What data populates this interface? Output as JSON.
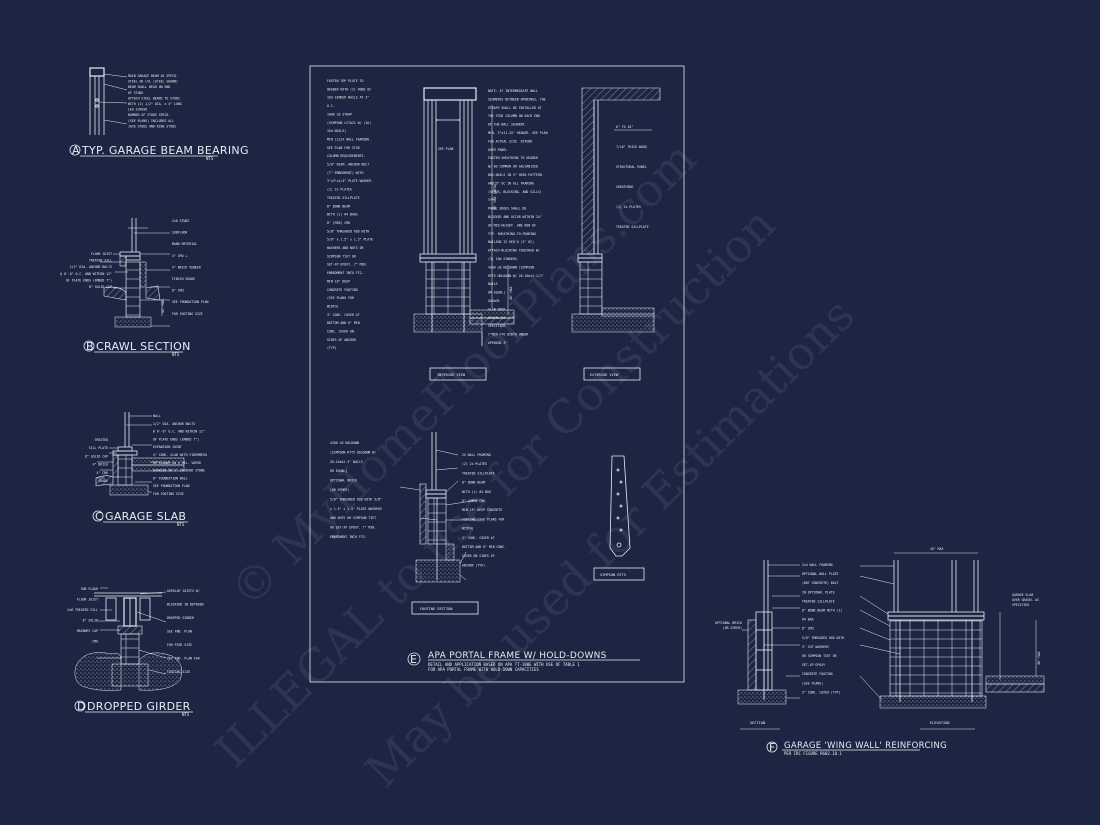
{
  "colors": {
    "background": "#1c2541",
    "linework": "#e8ecf4",
    "watermark": "#3a4563"
  },
  "watermark": {
    "line1": "© MyHomeFloorPlans.com",
    "line2": "ILLEGAL to use for Construction",
    "line3": "May be used for Estimations"
  },
  "details": {
    "a": {
      "letter": "A",
      "title": "TYP. GARAGE BEAM BEARING",
      "scale": "NTS",
      "notes": [
        "MAIN GARAGE BEAM AS SPECD.",
        "STEEL OR LVL (STEEL SHOWN)",
        "BEAM SHALL BEAR ON END",
        "OF STUDS",
        "ATTACH STEEL BEAMS TO STUDS",
        "WITH (2) 1/2\" DIA. x 4\" LONG",
        "LAG SCREWS",
        "NUMBER OF STUDS SPECD.",
        "(SEE PLANS) INCLUDES ALL",
        "JACK STUDS AND KING STUDS"
      ]
    },
    "b": {
      "letter": "B",
      "title": "CRAWL SECTION",
      "scale": "NTS",
      "notes_right": [
        "2x6 STUDS",
        "SUBFLOOR",
        "BAND MATERIAL",
        "4\" CMU +",
        "4\" BRICK VENEER",
        "FINISH GRADE",
        "8\" CMU",
        "SEE FOUNDATION PLAN",
        "FOR FOOTING SIZE"
      ],
      "notes_left": [
        "FLOOR JOIST",
        "TREATED SILL",
        "1/2\" DIA. ANCHOR BOLTS",
        "@ 6'-0\" O.C. AND WITHIN 12\"",
        "OF PLATE ENDS (EMBED 7\")",
        "8\" SOLID CAP"
      ],
      "dim": "12\" MIN."
    },
    "c": {
      "letter": "C",
      "title": "GARAGE SLAB",
      "scale": "NTS",
      "notes_right": [
        "WALL",
        "1/2\" DIA. ANCHOR BOLTS",
        "@ 6'-0\" O.C. AND WITHIN 12\"",
        "OF PLATE ENDS (EMBED 7\")",
        "EXPANSION JOINT",
        "4\" CONC. SLAB WITH FIBERMESH",
        "OR 6X6WWM ON 6 MIL. VAPOR",
        "BARRIER ON 4\" CRUSHED STONE",
        "8\" FOUNDATION WALL",
        "SEE FOUNDATION PLAN",
        "FOR FOOTING SIZE"
      ],
      "notes_left": [
        "TREATED",
        "SILL PLATE",
        "8\" SOLID CAP",
        "4\" BRICK",
        "4\" CMU",
        "GRADE"
      ]
    },
    "d": {
      "letter": "D",
      "title": "DROPPED GIRDER",
      "scale": "NTS",
      "notes_left": [
        "SUB FLOOR",
        "FLOOR JOIST",
        "2x6 TREATED SILL",
        "8\" SOLID",
        "MASONRY CAP",
        "CMU"
      ],
      "notes_right": [
        "OVERLAP JOISTS W/",
        "BLOCKING IN BETWEEN",
        "DROPPED GIRDER",
        "SEE FND. PLAN",
        "FOR PIER SIZE",
        "SEE FND. PLAN FOR",
        "FOOTING SIZE"
      ]
    },
    "e": {
      "letter": "E",
      "title": "APA PORTAL FRAME W/ HOLD-DOWNS",
      "subtitle1": "DETAIL AND APPLICATION BASED ON APA TT-100E WITH USE OF TABLE 1",
      "subtitle2": "FOR APA PORTAL FRAME WITH HOLD-DOWN CAPACITIES",
      "label_interior": "INTERIOR VIEW",
      "label_exterior": "EXTERIOR VIEW",
      "label_footing": "FOOTING SECTION",
      "label_simpson": "SIMPSON HTT5",
      "notes_left": [
        "FASTEN TOP PLATE TO",
        "HEADER WITH (2) ROWS OF",
        "16d SINKER NAILS AT 3\"",
        "O.C.",
        "1000 LB STRAP",
        "(SIMPSON LSTA21 W/ (16)",
        "16d NAILS)",
        "MIN (2)2X WALL FRAMING.",
        "SEE PLAN FOR STUD",
        "COLUMN REQUIREMENTS.",
        "5/8\" DIAM. ANCHOR BOLT",
        "(7\" EMBEDMENT) WITH",
        "3\"x3\"x1/4\" PLATE WASHER.",
        "(2) 2x PLATES",
        "TREATED SILLPLATE",
        "8\" BOND BEAM",
        "WITH (1) #4 BARS",
        "8\" (MIN) CMU",
        "5/8\" THREADED ROD WITH",
        "5/8\" x 1.5\" x 1.5\" PLATE",
        "WASHERS AND NUTS OR",
        "SIMPSON TIET OR",
        "SET-XP EPOXY. 7\" MIN.",
        "EMBEDMENT INTO FTG.",
        "MIN 18\" DEEP",
        "CONCRETE FOOTING",
        "(SEE PLANS FOR",
        "WIDTH)",
        "3\" CONC. COVER AT",
        "BOTTOM AND 6\" MIN",
        "CONC. COVER ON",
        "SIDES OF ANCHOR",
        "(TYP)"
      ],
      "notes_mid": [
        "NOTE: AT INTERMEDIATE WALL",
        "SEGMENTS BETWEEN OPENINGS, THE",
        "STRAPS SHALL BE INSTALLED AT",
        "THE STUD COLUMN ON EACH END",
        "OF THE WALL SEGMENT.",
        "MIN. 3\"x11.25\" HEADER. SEE PLAN",
        "FOR ACTUAL SIZE. EXTEND",
        "OVER PANEL",
        "FASTEN SHEATHING TO HEADER",
        "W/ 8d COMMON OR GALVANIZED",
        "BOX NAILS IN 3\" GRID PATTERN",
        "AND 3\" OC IN ALL FRAMING",
        "(STUDS, BLOCKING, AND SILLS)",
        "TYP.",
        "PANEL EDGES SHALL BE",
        "BLOCKED AND OCCUR WITHIN 24\"",
        "OF MID-HEIGHT. ONE ROW OF",
        "TYP. SHEATHING-TO-FRAMING",
        "NAILING IS REQ'D (3\" OC)",
        "ATTACH BLOCKING TOGETHER W/",
        "(3) 16d SINKERS.",
        "4200 LB HOLDOWN (SIMPSON",
        "HTT5 HOLDOWN W/ 26-16dx2-1/2\"",
        "NAILS",
        "OR EQUAL)",
        "GARAGE",
        "SLAB OVER",
        "GRAVEL AS",
        "SPECIFIED",
        "7\"MIN FTG WIDTH UNDER",
        "OPENING 3\""
      ],
      "notes_ext": [
        "6\" TO 18\"",
        "7/16\" THICK WOOD",
        "STRUCTURAL PANEL",
        "SHEATHING",
        "(2) 2x PLATES",
        "TREATED SILLPLATE"
      ],
      "dims": {
        "see_plan": "SEE PLAN",
        "height": "10' MAX.",
        "mid": "12' MAX (TOTAL)",
        "low": "48\" MAX"
      },
      "footing_left": [
        "4200 LB HOLDOWN",
        "(SIMPSON HTT5 HOLDOWN W/",
        "26-16dx2.5\" NAILS",
        "OR EQUAL)",
        "OPTIONAL BRICK",
        "(OR OTHER)",
        "5/8\" THREADED ROD WITH 5/8\"",
        "x 1.5\" x 1.5\" PLATE WASHERS",
        "AND NUTS OR SIMPSON TIET",
        "OR SET-XP EPOXY. 7\" MIN.",
        "EMBEDMENT INTO FTG."
      ],
      "footing_right": [
        "2X WALL FRAMING",
        "(2) 2x PLATES",
        "TREATED SILLPLATE",
        "8\" BOND BEAM",
        "WITH (1) #4 BAR",
        "8\" (MIN) CMU",
        "MIN 18\" DEEP CONCRETE",
        "FOOTING (SEE PLANS FOR",
        "WIDTH)",
        "3\" CONC. COVER AT",
        "BOTTOM AND 6\" MIN CONC.",
        "COVER ON SIDES OF",
        "ANCHOR (TYP)"
      ]
    },
    "f": {
      "letter": "F",
      "title": "GARAGE 'WING WALL' REINFORCING",
      "subtitle": "PER IRC FIGURE R602.10.1",
      "label_section": "SECTION",
      "label_elevation": "ELEVATION",
      "dim_top": "16\" MAX",
      "dim_side": "48\" MAX",
      "notes_left": [
        "OPTIONAL BRICK",
        "(OR OTHER)"
      ],
      "notes_mid": [
        "2x4 WALL FRAMING",
        "OPTIONAL WALL PLATE",
        "(NOT CONCRETE) BOLT",
        "IN OPTIONAL PLATE",
        "TREATED SILLPLATE",
        "8\" BOND BEAM WITH (1)",
        "#4 BAR",
        "8\" CMU",
        "5/8\" THREADED ROD WITH",
        "3\" CUT WASHERS",
        "OR SIMPSON TIET OR",
        "SET-XP EPOXY",
        "CONCRETE FOOTING",
        "(SEE PLANS)",
        "3\" CONC. COVER (TYP)"
      ],
      "notes_right": [
        "GARAGE SLAB",
        "OVER GRAVEL AS",
        "SPECIFIED"
      ]
    }
  }
}
